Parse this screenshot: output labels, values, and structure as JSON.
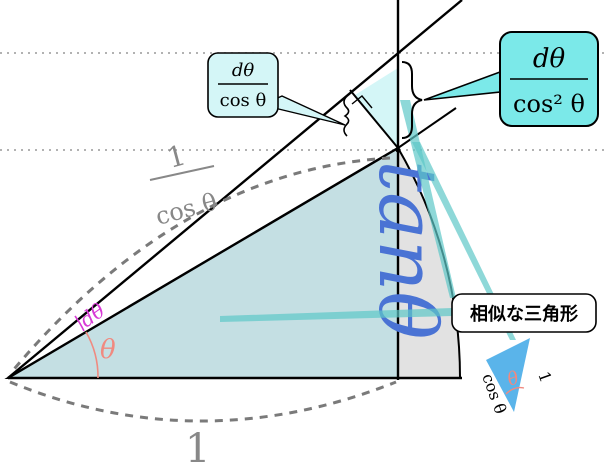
{
  "labels": {
    "secant": {
      "num": "1",
      "den": "cos θ"
    },
    "base": "1",
    "theta": "θ",
    "dtheta": "dθ",
    "tan": "tanθ",
    "small_box": {
      "num": "dθ",
      "den": "cos θ"
    },
    "big_box": {
      "num": "dθ",
      "den": "cos² θ"
    },
    "similar": "相似な三角形",
    "mini": {
      "side": "1",
      "angle": "θ",
      "base": "cos θ"
    }
  },
  "colors": {
    "triangle_fill": "#c4dfe3",
    "sector_fill": "#e2e2e2",
    "callout_fill": "#7be9e9",
    "callout_light": "#d4f6f7",
    "leader": "#5ec7c7",
    "tan_text": "#4a73d4",
    "dtheta_text": "#d83bd6",
    "theta_text": "#f08a80",
    "dashed": "#7a7a7a"
  }
}
